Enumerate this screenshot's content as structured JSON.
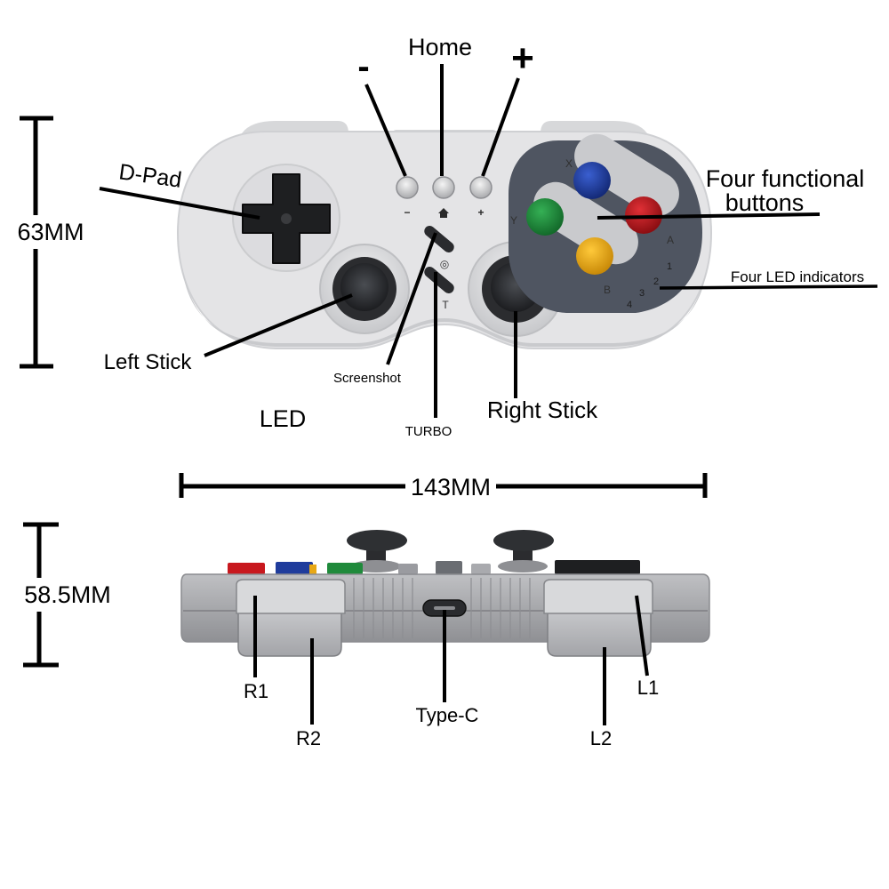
{
  "dimensions": {
    "height_front": "63MM",
    "width": "143MM",
    "height_side": "58.5MM"
  },
  "labels": {
    "minus": "-",
    "home": "Home",
    "plus": "+",
    "dpad": "D-Pad",
    "face_buttons_line1": "Four functional",
    "face_buttons_line2": "buttons",
    "led_indicators": "Four LED indicators",
    "left_stick": "Left Stick",
    "screenshot": "Screenshot",
    "led": "LED",
    "turbo": "TURBO",
    "right_stick": "Right Stick",
    "r1": "R1",
    "r2": "R2",
    "type_c": "Type-C",
    "l1": "L1",
    "l2": "L2"
  },
  "controller": {
    "minus_glyph": "−",
    "plus_glyph": "+",
    "screenshot_glyph": "◎",
    "turbo_glyph": "T",
    "button_letters": {
      "x": "X",
      "y": "Y",
      "a": "A",
      "b": "B"
    },
    "led_numbers": [
      "1",
      "2",
      "3",
      "4"
    ]
  },
  "colors": {
    "body": "#e4e4e6",
    "face_plate": "#4f5561",
    "button_x": "#1f3c9c",
    "button_a": "#b3161b",
    "button_y": "#1f8a3b",
    "button_b": "#e8a815",
    "stick": "#2e3033",
    "dpad": "#1e1f21"
  }
}
